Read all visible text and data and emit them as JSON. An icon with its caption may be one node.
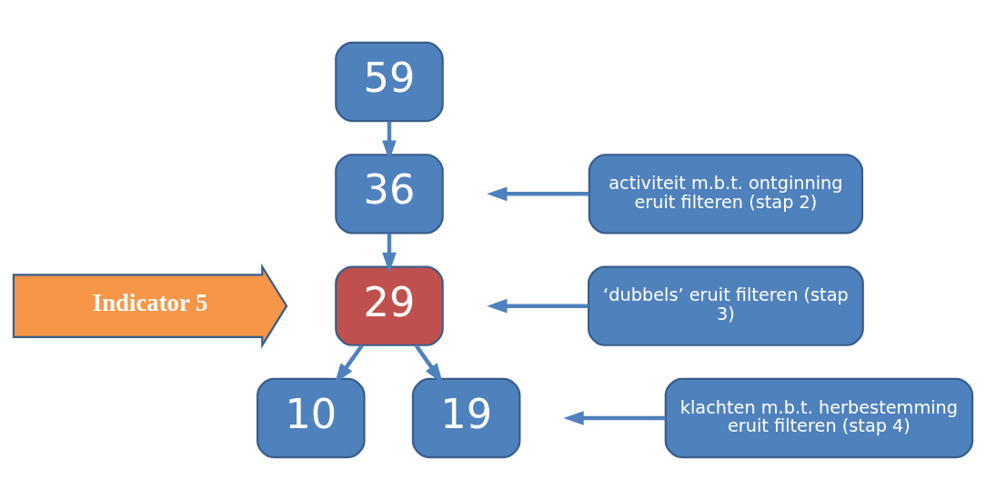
{
  "diagram": {
    "nodes": [
      {
        "text": [
          "59"
        ]
      },
      {
        "text": [
          "36"
        ]
      },
      {
        "text": [
          "29"
        ]
      },
      {
        "text": [
          "10"
        ]
      },
      {
        "text": [
          "19"
        ]
      },
      {
        "text": [
          "Indicator 5"
        ]
      },
      {
        "text": [
          "activiteit m.b.t. ontginning eruit filteren (stap 2)"
        ]
      },
      {
        "text": [
          "‘dubbels’ eruit filteren (stap 3)"
        ]
      },
      {
        "text": [
          "klachten m.b.t. herbestemming eruit filteren (stap 4)"
        ]
      }
    ],
    "edges": [
      {
        "from": 0,
        "to": 1,
        "arrow": "to"
      },
      {
        "from": 1,
        "to": 2,
        "arrow": "to"
      },
      {
        "from": 2,
        "to": 3,
        "arrow": "to"
      },
      {
        "from": 2,
        "to": 4,
        "arrow": "to"
      },
      {
        "from": 6,
        "to": null,
        "arrow": "to"
      },
      {
        "from": 7,
        "to": null,
        "arrow": "to"
      },
      {
        "from": 8,
        "to": null,
        "arrow": "to"
      }
    ]
  }
}
